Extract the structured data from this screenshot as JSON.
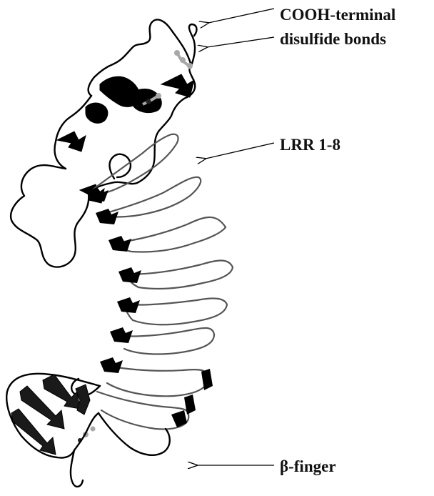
{
  "labels": {
    "cooh_line1": "COOH-terminal",
    "cooh_line2": "disulfide bonds",
    "lrr": "LRR 1-8",
    "beta_finger": "β-finger"
  },
  "colors": {
    "background": "#ffffff",
    "backbone": "#000000",
    "lrr_loops": "#555555",
    "disulfide": "#a8a8a8",
    "text": "#111111"
  }
}
